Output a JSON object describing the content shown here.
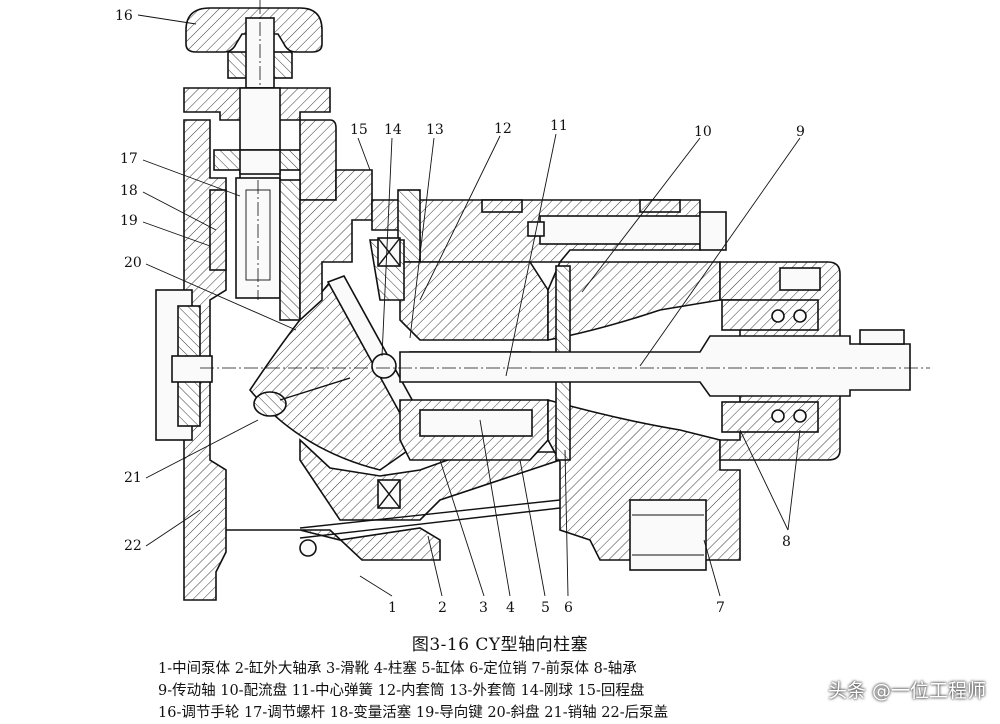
{
  "figure": {
    "caption": "图3-16   CY型轴向柱塞",
    "callouts": [
      "1",
      "2",
      "3",
      "4",
      "5",
      "6",
      "7",
      "8",
      "8",
      "9",
      "10",
      "11",
      "12",
      "13",
      "14",
      "15",
      "16",
      "17",
      "18",
      "19",
      "20",
      "21",
      "22"
    ],
    "legend_lines": [
      "1-中间泵体 2-缸外大轴承 3-滑靴 4-柱塞 5-缸体 6-定位销 7-前泵体 8-轴承",
      "9-传动轴 10-配流盘 11-中心弹簧 12-内套筒 13-外套筒 14-刚球 15-回程盘",
      "16-调节手轮 17-调节螺杆 18-变量活塞 19-导向键 20-斜盘 21-销轴 22-后泵盖"
    ]
  },
  "watermark": {
    "text": "头条 @一位工程师"
  }
}
